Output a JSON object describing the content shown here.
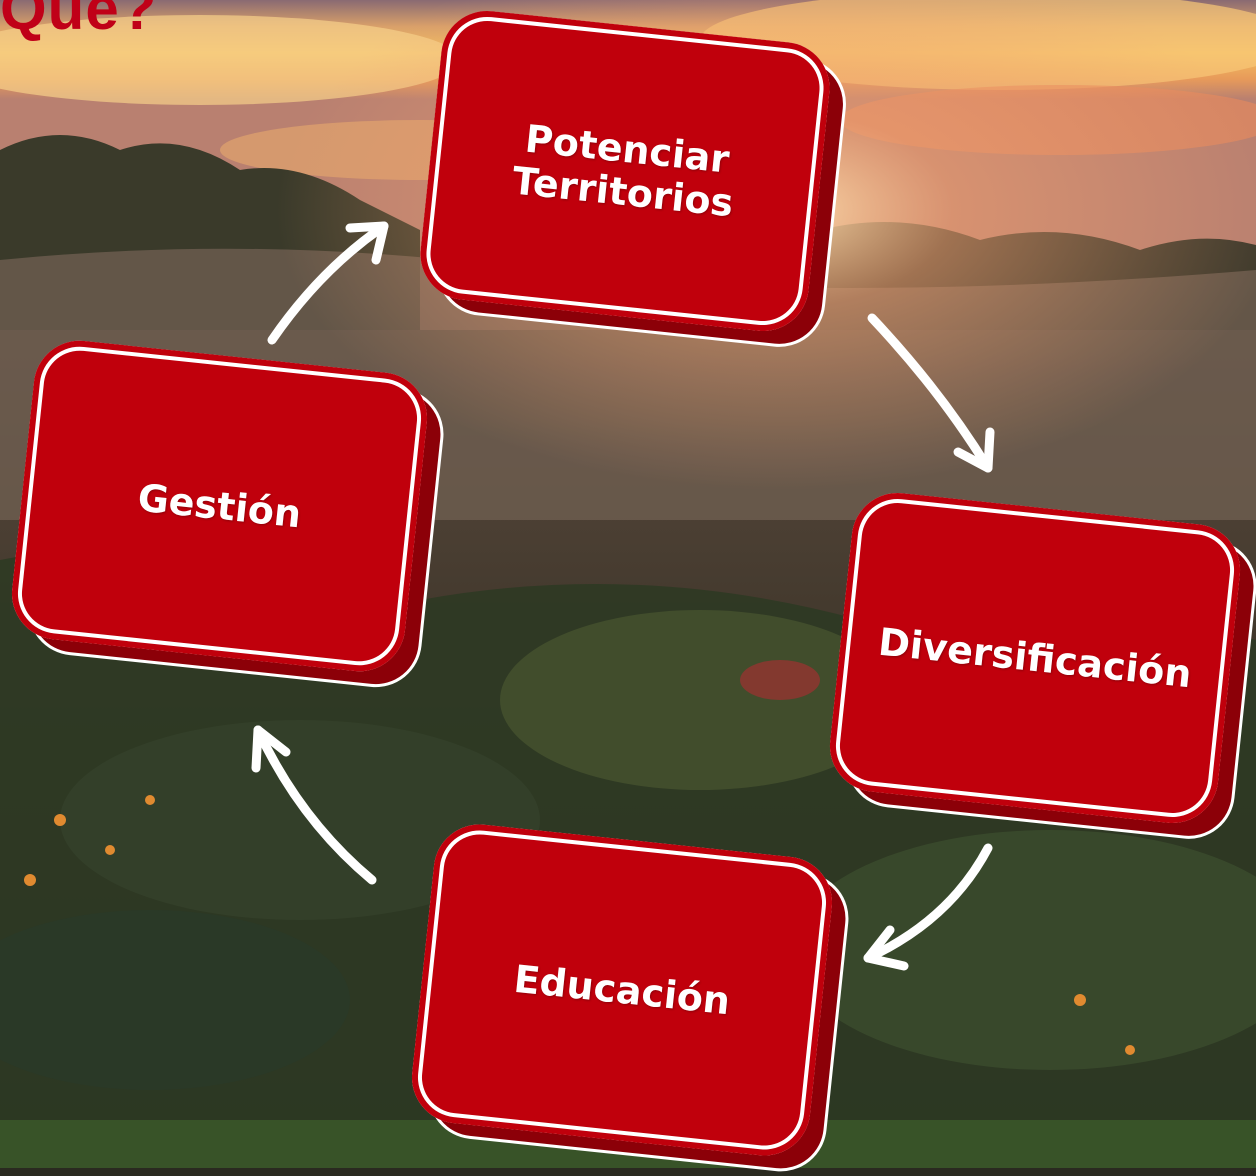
{
  "title": "Qué?",
  "diagram": {
    "nodes": [
      {
        "id": "potenciar",
        "label": "Potenciar\nTerritorios"
      },
      {
        "id": "diversificacion",
        "label": "Diversificación"
      },
      {
        "id": "educacion",
        "label": "Educación"
      },
      {
        "id": "gestion",
        "label": "Gestión"
      }
    ],
    "edges": [
      {
        "from": "potenciar",
        "to": "diversificacion"
      },
      {
        "from": "diversificacion",
        "to": "educacion"
      },
      {
        "from": "educacion",
        "to": "gestion"
      },
      {
        "from": "gestion",
        "to": "potenciar"
      }
    ]
  },
  "colors": {
    "box_fill": "#c0000c",
    "box_depth": "#8c0008",
    "box_border": "#ffffff",
    "title": "#c00018",
    "arrow": "#ffffff"
  }
}
